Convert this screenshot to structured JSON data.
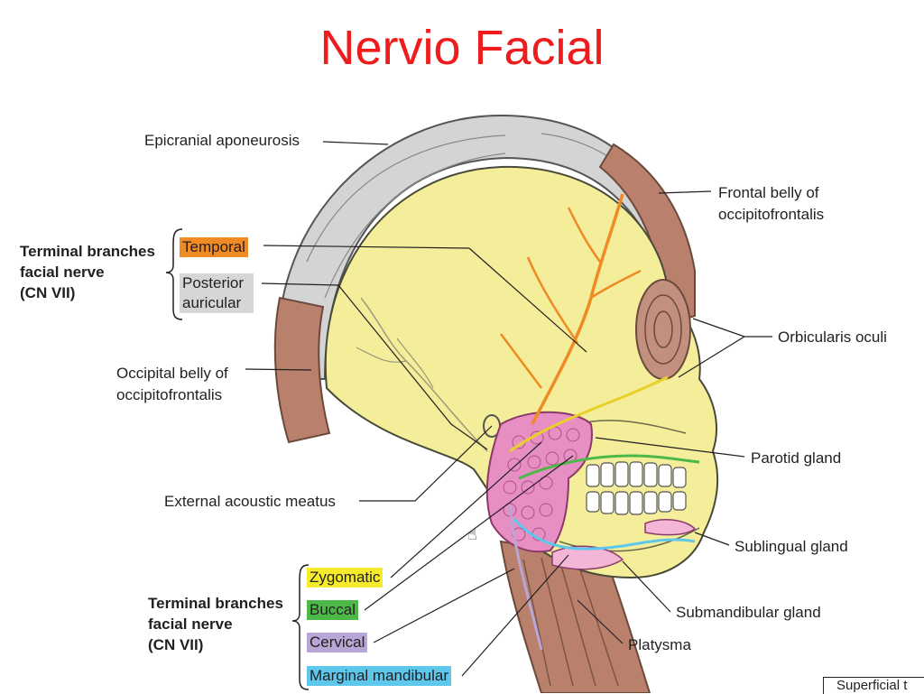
{
  "title": "Nervio Facial",
  "labels": {
    "epicranial": "Epicranial aponeurosis",
    "frontal_1": "Frontal belly of",
    "frontal_2": "occipitofrontalis",
    "occipital_1": "Occipital belly of",
    "occipital_2": "occipitofrontalis",
    "orbicularis": "Orbicularis oculi",
    "parotid": "Parotid gland",
    "acoustic": "External acoustic meatus",
    "sublingual": "Sublingual gland",
    "submandibular": "Submandibular gland",
    "platysma": "Platysma"
  },
  "groups": {
    "upper": {
      "line1": "Terminal branches",
      "line2": "facial nerve",
      "line3": "(CN VII)"
    },
    "lower": {
      "line1": "Terminal branches",
      "line2": "facial nerve",
      "line3": "(CN VII)"
    }
  },
  "branches": {
    "temporal": "Temporal",
    "posterior_1": "Posterior",
    "posterior_2": "auricular",
    "zygomatic": "Zygomatic",
    "buccal": "Buccal",
    "cervical": "Cervical",
    "marginal": "Marginal mandibular"
  },
  "corner_note": "Superficial t",
  "colors": {
    "title": "#ee1c1c",
    "temporal": "#f08a24",
    "posterior": "#d6d6d6",
    "zygomatic": "#f5ec2c",
    "buccal": "#4cb848",
    "cervical": "#b7a6d6",
    "marginal": "#5ec8ec",
    "skull": "#f4ee9a",
    "muscle": "#b9806c",
    "aponeurosis": "#d4d4d4",
    "parotid": "#e78fc2"
  }
}
